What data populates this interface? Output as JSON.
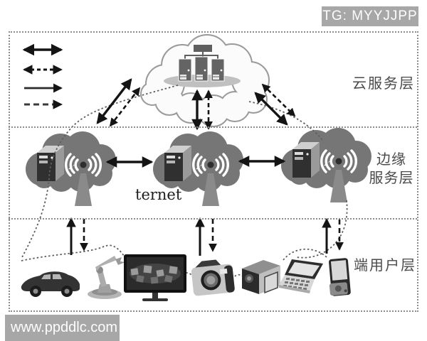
{
  "watermarks": {
    "top": "TG: MYYJJPP",
    "bottom": "www.ppddlc.com"
  },
  "colors": {
    "watermark_bg": "#a7a7a7",
    "watermark_text": "#fdfdfd",
    "cloud_fill": "#fbfbfb",
    "cloud_stroke": "#9a9a9a",
    "edge_cloud_fill": "#767676",
    "arrow": "#141414",
    "dotted_curve": "#5e5e5e",
    "label_text": "#4a4a4a"
  },
  "diagram": {
    "internet_label": "ternet",
    "layers": [
      {
        "id": "cloud-service",
        "label": "云服务层"
      },
      {
        "id": "edge-service",
        "line1": "边缘",
        "line2": "服务层"
      },
      {
        "id": "end-user",
        "label": "端用户层"
      }
    ],
    "legend": {
      "items": [
        {
          "name": "solid-bidirectional-arrow"
        },
        {
          "name": "dashed-bidirectional-arrow"
        },
        {
          "name": "solid-unidirectional-arrow"
        },
        {
          "name": "dashed-unidirectional-arrow"
        }
      ]
    },
    "cloud_layer": {
      "icon": "cloud-data-center",
      "servers": 3
    },
    "edge_nodes": [
      {
        "icon": "edge-server-base-station"
      },
      {
        "icon": "edge-server-base-station"
      },
      {
        "icon": "edge-server-base-station"
      }
    ],
    "end_devices": [
      {
        "icon": "car"
      },
      {
        "icon": "robot-arm"
      },
      {
        "icon": "smart-tv"
      },
      {
        "icon": "camera"
      },
      {
        "icon": "camcorder"
      },
      {
        "icon": "laptop"
      },
      {
        "icon": "smartphone"
      }
    ]
  }
}
